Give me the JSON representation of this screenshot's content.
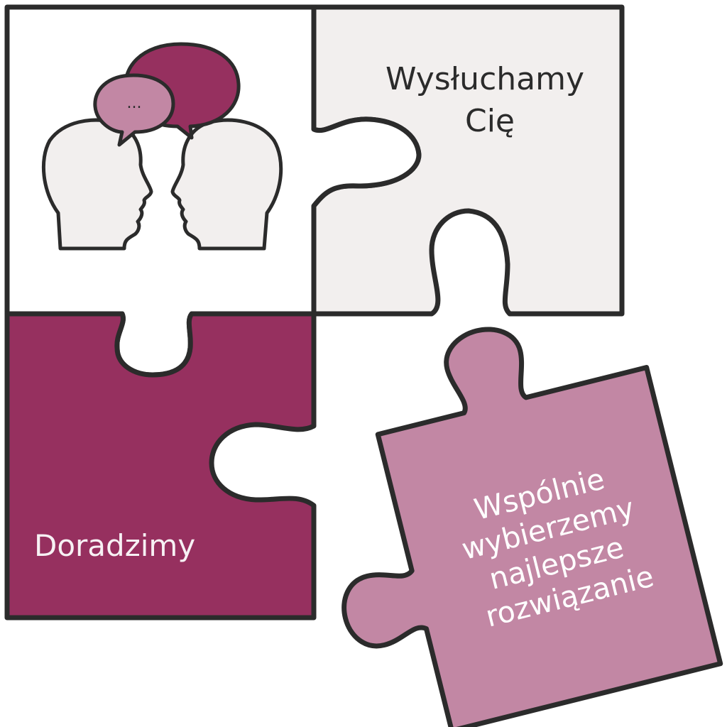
{
  "pieces": {
    "top_left": {
      "kind": "illustration",
      "fill": "#ffffff"
    },
    "top_right": {
      "lines": [
        "Wysłuchamy",
        "Cię"
      ],
      "fill": "#f2efee",
      "text_color": "#2b2b2b"
    },
    "bottom_left": {
      "lines": [
        "Doradzimy"
      ],
      "fill": "#96305f",
      "text_color": "#f7f1f4"
    },
    "loose": {
      "lines": [
        "Wspólnie",
        "wybierzemy",
        "najlepsze",
        "rozwiązanie"
      ],
      "fill": "#c287a4",
      "text_color": "#ffffff"
    }
  },
  "illustration": {
    "icons": [
      "head-left-icon",
      "head-right-icon",
      "speech-bubble-large-icon",
      "speech-bubble-small-icon"
    ],
    "bubble_small_text": "...",
    "colors": {
      "head": "#f2efee",
      "bubble_large": "#96305f",
      "bubble_small": "#c287a4",
      "outline": "#2b2b2b"
    }
  },
  "colors": {
    "outline": "#2b2b2b",
    "background": "#ffffff"
  }
}
